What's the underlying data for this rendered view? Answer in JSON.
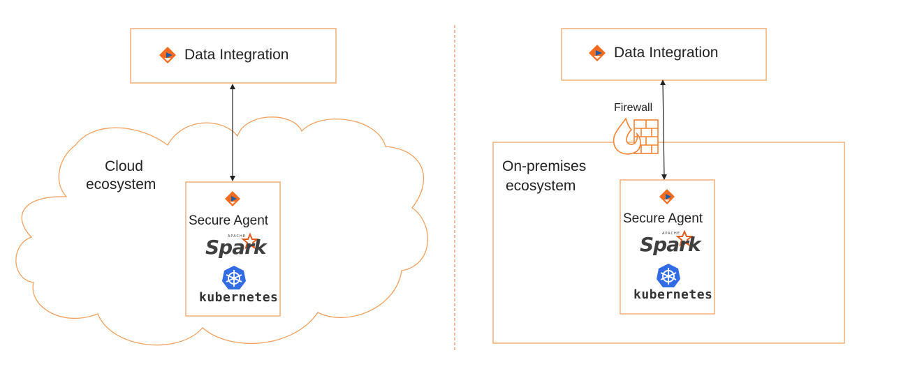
{
  "left_panel": {
    "top_box_label": "Data Integration",
    "ecosystem_label_line1": "Cloud",
    "ecosystem_label_line2": "ecosystem",
    "agent": {
      "label": "Secure Agent",
      "spark_word": "Spark",
      "spark_apache": "APACHE",
      "kubernetes_word": "kubernetes"
    }
  },
  "right_panel": {
    "top_box_label": "Data Integration",
    "firewall_label": "Firewall",
    "ecosystem_label_line1": "On-premises",
    "ecosystem_label_line2": "ecosystem",
    "agent": {
      "label": "Secure Agent",
      "spark_word": "Spark",
      "spark_apache": "APACHE",
      "kubernetes_word": "kubernetes"
    }
  },
  "colors": {
    "accent_orange": "#F58232",
    "box_border": "#F0A060",
    "logo_orange": "#F26B21",
    "logo_blue": "#1B5EA8",
    "kubernetes_blue": "#326CE5",
    "divider": "#E8845A"
  },
  "icons": [
    "informatica-logo-icon",
    "spark-star-icon",
    "kubernetes-helm-icon",
    "firewall-icon",
    "cloud-shape"
  ]
}
